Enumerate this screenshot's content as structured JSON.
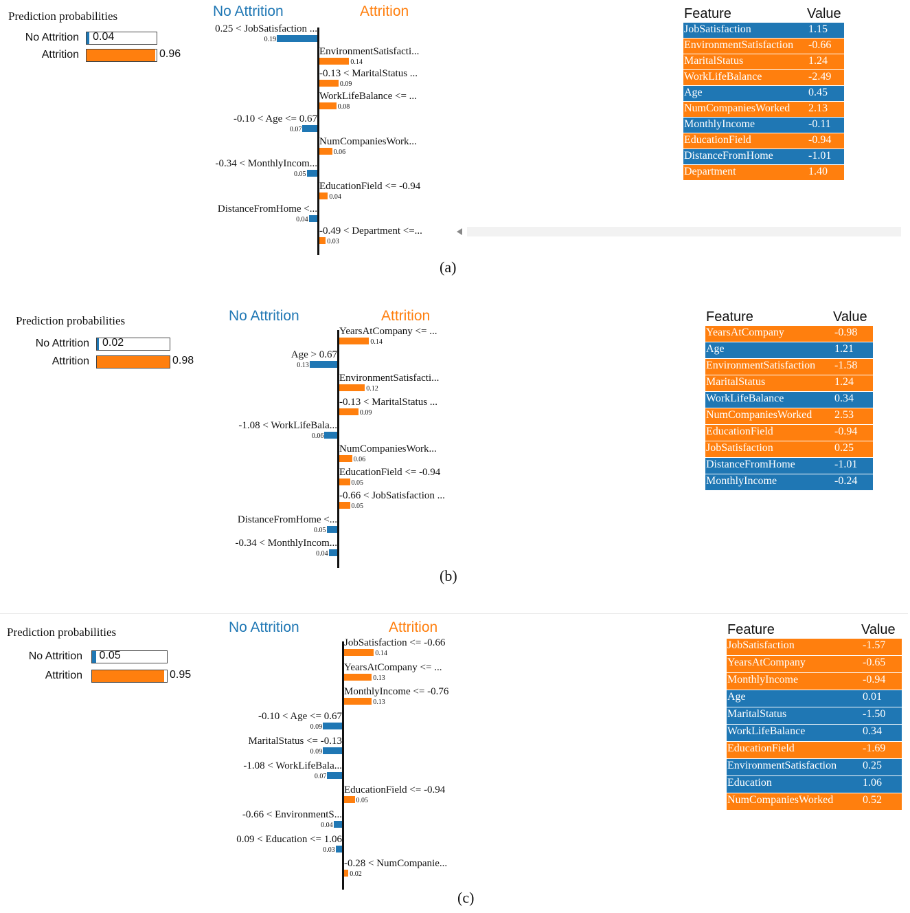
{
  "colors": {
    "neg": "#1f77b4",
    "pos": "#ff7f0e"
  },
  "chart_data": [
    {
      "type": "bar",
      "panel": "a",
      "caption": "(a)",
      "prediction_title": "Prediction probabilities",
      "probabilities": [
        {
          "label": "No Attrition",
          "value": 0.04,
          "text": "0.04",
          "color": "#1f77b4"
        },
        {
          "label": "Attrition",
          "value": 0.96,
          "text": "0.96",
          "color": "#ff7f0e"
        }
      ],
      "class_neg": "No Attrition",
      "class_pos": "Attrition",
      "features": [
        {
          "label": "0.25 < JobSatisfaction ...",
          "value": 0.19,
          "text": "0.19",
          "side": "neg"
        },
        {
          "label": "EnvironmentSatisfacti...",
          "value": 0.14,
          "text": "0.14",
          "side": "pos"
        },
        {
          "label": "-0.13 < MaritalStatus ...",
          "value": 0.09,
          "text": "0.09",
          "side": "pos"
        },
        {
          "label": "WorkLifeBalance <= ...",
          "value": 0.08,
          "text": "0.08",
          "side": "pos"
        },
        {
          "label": "-0.10 < Age <= 0.67",
          "value": 0.07,
          "text": "0.07",
          "side": "neg"
        },
        {
          "label": "NumCompaniesWork...",
          "value": 0.06,
          "text": "0.06",
          "side": "pos"
        },
        {
          "label": "-0.34 < MonthlyIncom...",
          "value": 0.05,
          "text": "0.05",
          "side": "neg"
        },
        {
          "label": "EducationField <= -0.94",
          "value": 0.04,
          "text": "0.04",
          "side": "pos"
        },
        {
          "label": "DistanceFromHome <...",
          "value": 0.04,
          "text": "0.04",
          "side": "neg"
        },
        {
          "label": "-0.49 < Department <=...",
          "value": 0.03,
          "text": "0.03",
          "side": "pos"
        }
      ],
      "table_header": {
        "feature": "Feature",
        "value": "Value"
      },
      "table": [
        {
          "feature": "JobSatisfaction",
          "value": "1.15",
          "side": "neg"
        },
        {
          "feature": "EnvironmentSatisfaction",
          "value": "-0.66",
          "side": "pos"
        },
        {
          "feature": "MaritalStatus",
          "value": "1.24",
          "side": "pos"
        },
        {
          "feature": "WorkLifeBalance",
          "value": "-2.49",
          "side": "pos"
        },
        {
          "feature": "Age",
          "value": "0.45",
          "side": "neg"
        },
        {
          "feature": "NumCompaniesWorked",
          "value": "2.13",
          "side": "pos"
        },
        {
          "feature": "MonthlyIncome",
          "value": "-0.11",
          "side": "neg"
        },
        {
          "feature": "EducationField",
          "value": "-0.94",
          "side": "pos"
        },
        {
          "feature": "DistanceFromHome",
          "value": "-1.01",
          "side": "neg"
        },
        {
          "feature": "Department",
          "value": "1.40",
          "side": "pos"
        }
      ]
    },
    {
      "type": "bar",
      "panel": "b",
      "caption": "(b)",
      "prediction_title": "Prediction probabilities",
      "probabilities": [
        {
          "label": "No Attrition",
          "value": 0.02,
          "text": "0.02",
          "color": "#1f77b4"
        },
        {
          "label": "Attrition",
          "value": 0.98,
          "text": "0.98",
          "color": "#ff7f0e"
        }
      ],
      "class_neg": "No Attrition",
      "class_pos": "Attrition",
      "features": [
        {
          "label": "YearsAtCompany <= ...",
          "value": 0.14,
          "text": "0.14",
          "side": "pos"
        },
        {
          "label": "Age > 0.67",
          "value": 0.13,
          "text": "0.13",
          "side": "neg"
        },
        {
          "label": "EnvironmentSatisfacti...",
          "value": 0.12,
          "text": "0.12",
          "side": "pos"
        },
        {
          "label": "-0.13 < MaritalStatus ...",
          "value": 0.09,
          "text": "0.09",
          "side": "pos"
        },
        {
          "label": "-1.08 < WorkLifeBala...",
          "value": 0.06,
          "text": "0.06",
          "side": "neg"
        },
        {
          "label": "NumCompaniesWork...",
          "value": 0.06,
          "text": "0.06",
          "side": "pos"
        },
        {
          "label": "EducationField <= -0.94",
          "value": 0.05,
          "text": "0.05",
          "side": "pos"
        },
        {
          "label": "-0.66 < JobSatisfaction ...",
          "value": 0.05,
          "text": "0.05",
          "side": "pos"
        },
        {
          "label": "DistanceFromHome <...",
          "value": 0.05,
          "text": "0.05",
          "side": "neg"
        },
        {
          "label": "-0.34 < MonthlyIncom...",
          "value": 0.04,
          "text": "0.04",
          "side": "neg"
        }
      ],
      "table_header": {
        "feature": "Feature",
        "value": "Value"
      },
      "table": [
        {
          "feature": "YearsAtCompany",
          "value": "-0.98",
          "side": "pos"
        },
        {
          "feature": "Age",
          "value": "1.21",
          "side": "neg"
        },
        {
          "feature": "EnvironmentSatisfaction",
          "value": "-1.58",
          "side": "pos"
        },
        {
          "feature": "MaritalStatus",
          "value": "1.24",
          "side": "pos"
        },
        {
          "feature": "WorkLifeBalance",
          "value": "0.34",
          "side": "neg"
        },
        {
          "feature": "NumCompaniesWorked",
          "value": "2.53",
          "side": "pos"
        },
        {
          "feature": "EducationField",
          "value": "-0.94",
          "side": "pos"
        },
        {
          "feature": "JobSatisfaction",
          "value": "0.25",
          "side": "pos"
        },
        {
          "feature": "DistanceFromHome",
          "value": "-1.01",
          "side": "neg"
        },
        {
          "feature": "MonthlyIncome",
          "value": "-0.24",
          "side": "neg"
        }
      ]
    },
    {
      "type": "bar",
      "panel": "c",
      "caption": "(c)",
      "prediction_title": "Prediction probabilities",
      "probabilities": [
        {
          "label": "No Attrition",
          "value": 0.05,
          "text": "0.05",
          "color": "#1f77b4"
        },
        {
          "label": "Attrition",
          "value": 0.95,
          "text": "0.95",
          "color": "#ff7f0e"
        }
      ],
      "class_neg": "No Attrition",
      "class_pos": "Attrition",
      "features": [
        {
          "label": "JobSatisfaction <= -0.66",
          "value": 0.14,
          "text": "0.14",
          "side": "pos"
        },
        {
          "label": "YearsAtCompany <= ...",
          "value": 0.13,
          "text": "0.13",
          "side": "pos"
        },
        {
          "label": "MonthlyIncome <= -0.76",
          "value": 0.13,
          "text": "0.13",
          "side": "pos"
        },
        {
          "label": "-0.10 < Age <= 0.67",
          "value": 0.09,
          "text": "0.09",
          "side": "neg"
        },
        {
          "label": "MaritalStatus <= -0.13",
          "value": 0.09,
          "text": "0.09",
          "side": "neg"
        },
        {
          "label": "-1.08 < WorkLifeBala...",
          "value": 0.07,
          "text": "0.07",
          "side": "neg"
        },
        {
          "label": "EducationField <= -0.94",
          "value": 0.05,
          "text": "0.05",
          "side": "pos"
        },
        {
          "label": "-0.66 < EnvironmentS...",
          "value": 0.04,
          "text": "0.04",
          "side": "neg"
        },
        {
          "label": "0.09 < Education <= 1.06",
          "value": 0.03,
          "text": "0.03",
          "side": "neg"
        },
        {
          "label": "-0.28 < NumCompanie...",
          "value": 0.02,
          "text": "0.02",
          "side": "pos"
        }
      ],
      "table_header": {
        "feature": "Feature",
        "value": "Value"
      },
      "table": [
        {
          "feature": "JobSatisfaction",
          "value": "-1.57",
          "side": "pos"
        },
        {
          "feature": "YearsAtCompany",
          "value": "-0.65",
          "side": "pos"
        },
        {
          "feature": "MonthlyIncome",
          "value": "-0.94",
          "side": "pos"
        },
        {
          "feature": "Age",
          "value": "0.01",
          "side": "neg"
        },
        {
          "feature": "MaritalStatus",
          "value": "-1.50",
          "side": "neg"
        },
        {
          "feature": "WorkLifeBalance",
          "value": "0.34",
          "side": "neg"
        },
        {
          "feature": "EducationField",
          "value": "-1.69",
          "side": "pos"
        },
        {
          "feature": "EnvironmentSatisfaction",
          "value": "0.25",
          "side": "neg"
        },
        {
          "feature": "Education",
          "value": "1.06",
          "side": "neg"
        },
        {
          "feature": "NumCompaniesWorked",
          "value": "0.52",
          "side": "pos"
        }
      ]
    }
  ]
}
